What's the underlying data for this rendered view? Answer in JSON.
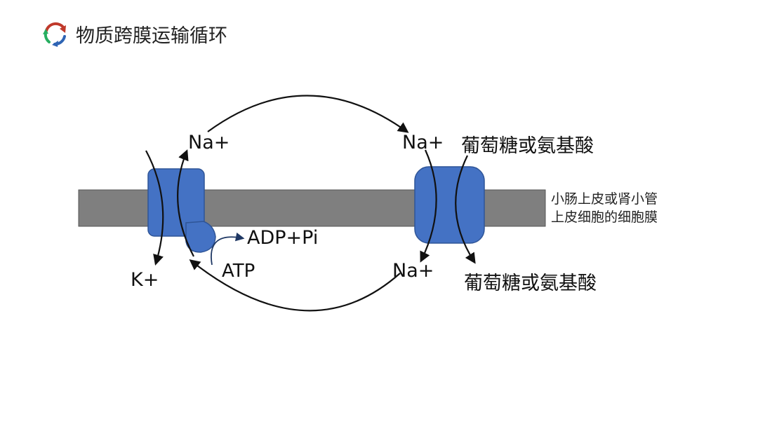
{
  "slide": {
    "title": "物质跨膜运输循环",
    "logo_icon": "cycle-arrows-icon"
  },
  "labels": {
    "na_left": "Na+",
    "na_right_top": "Na+",
    "na_right_bottom": "Na+",
    "k": "K+",
    "adp": "ADP+Pi",
    "atp": "ATP",
    "glucose_top": "葡萄糖或氨基酸",
    "glucose_bottom": "葡萄糖或氨基酸",
    "membrane_line1": "小肠上皮或肾小管",
    "membrane_line2": "上皮细胞的细胞膜"
  },
  "colors": {
    "membrane": "#7f7f7f",
    "protein": "#4472c4",
    "arrow": "#111111",
    "atp_arrow": "#1f3864",
    "logo_red": "#c0392b",
    "logo_green": "#27ae60",
    "logo_blue": "#2e64b4"
  }
}
